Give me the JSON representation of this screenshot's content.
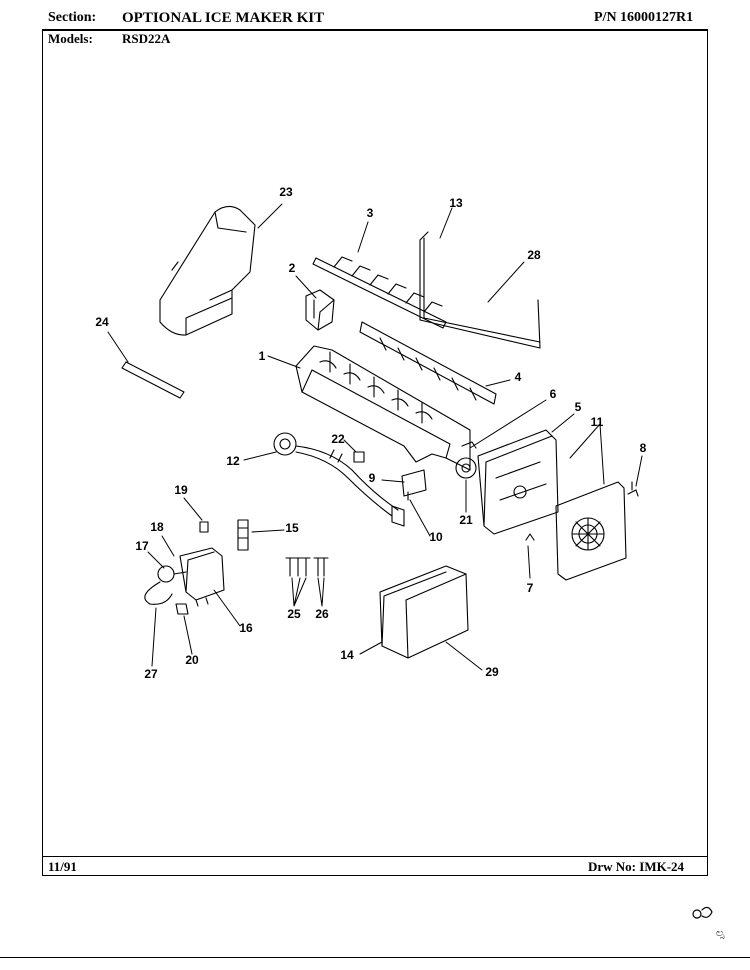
{
  "header": {
    "section_label": "Section:",
    "section_title": "OPTIONAL ICE MAKER KIT",
    "part_number": "P/N 16000127R1",
    "models_label": "Models:",
    "models_value": "RSD22A"
  },
  "footer": {
    "date": "11/91",
    "drawing_number": "Drw No: IMK-24"
  },
  "diagram": {
    "callouts": [
      "23",
      "3",
      "13",
      "2",
      "28",
      "24",
      "1",
      "4",
      "6",
      "5",
      "11",
      "22",
      "12",
      "8",
      "9",
      "19",
      "15",
      "18",
      "17",
      "21",
      "10",
      "7",
      "25",
      "26",
      "16",
      "27",
      "20",
      "14",
      "29"
    ],
    "stray_mark": "ಲ್ಸ"
  },
  "colors": {
    "ink": "#000000",
    "paper": "#ffffff"
  }
}
